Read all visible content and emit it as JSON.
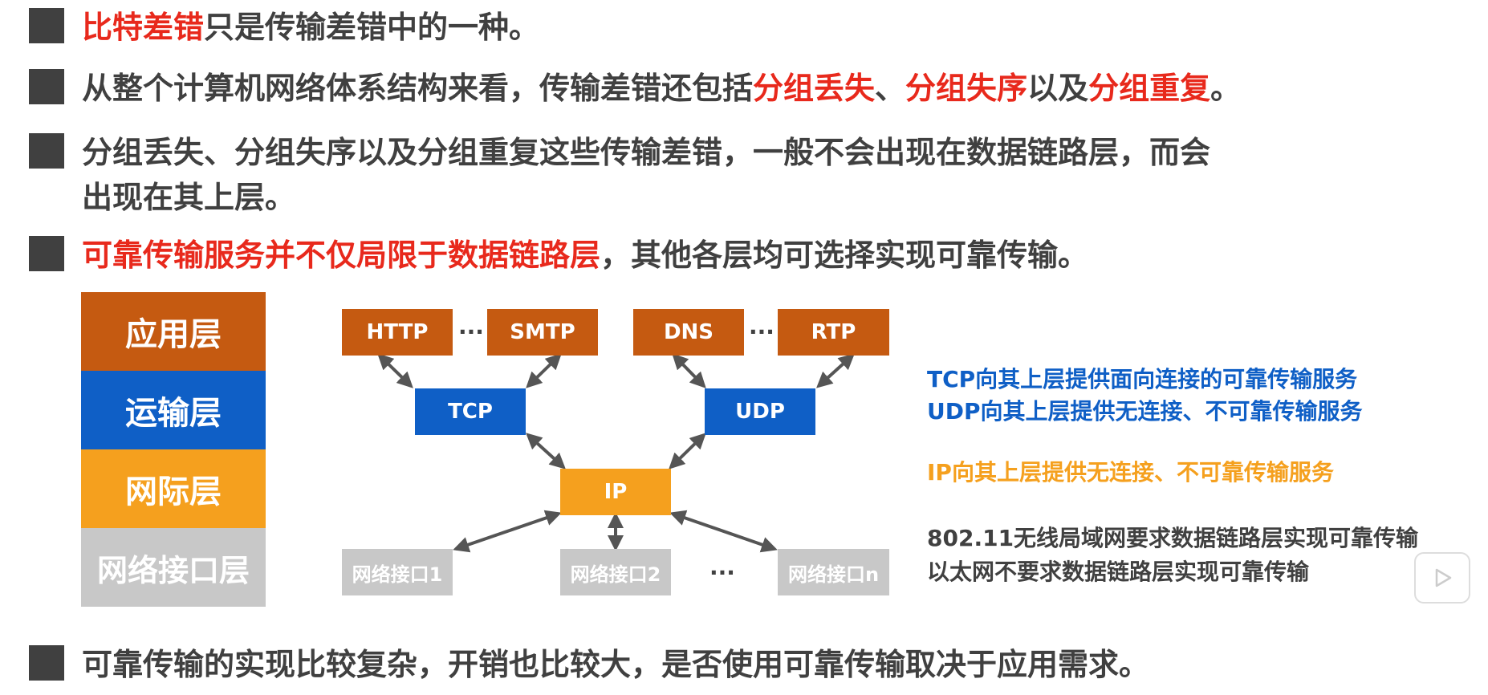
{
  "bullets": [
    {
      "parts": [
        {
          "text": "比特差错",
          "red": true
        },
        {
          "text": "只是传输差错中的一种。",
          "red": false
        }
      ]
    },
    {
      "parts": [
        {
          "text": "从整个计算机网络体系结构来看，传输差错还包括",
          "red": false
        },
        {
          "text": "分组丢失",
          "red": true
        },
        {
          "text": "、",
          "red": false
        },
        {
          "text": "分组失序",
          "red": true
        },
        {
          "text": "以及",
          "red": false
        },
        {
          "text": "分组重复",
          "red": true
        },
        {
          "text": "。",
          "red": false
        }
      ]
    },
    {
      "line1": "分组丢失、分组失序以及分组重复这些传输差错，一般不会出现在数据链路层，而会",
      "line2": "出现在其上层。"
    },
    {
      "parts": [
        {
          "text": "可靠传输服务并不仅局限于数据链路层",
          "red": true
        },
        {
          "text": "，其他各层均可选择实现可靠传输。",
          "red": false
        }
      ]
    },
    {
      "text": "可靠传输的实现比较复杂，开销也比较大，是否使用可靠传输取决于应用需求。"
    }
  ],
  "layers": [
    {
      "label": "应用层",
      "color": "#c55a11"
    },
    {
      "label": "运输层",
      "color": "#0f5fc6"
    },
    {
      "label": "网际层",
      "color": "#f5a01e"
    },
    {
      "label": "网络接口层",
      "color": "#c8c8c8"
    }
  ],
  "nodes": {
    "http": "HTTP",
    "smtp": "SMTP",
    "dns": "DNS",
    "rtp": "RTP",
    "tcp": "TCP",
    "udp": "UDP",
    "ip": "IP",
    "if1": "网络接口1",
    "if2": "网络接口2",
    "ifn": "网络接口n"
  },
  "ellipsis": "···",
  "notes": {
    "tcp": "TCP向其上层提供面向连接的可靠传输服务",
    "udp": "UDP向其上层提供无连接、不可靠传输服务",
    "ip": "IP向其上层提供无连接、不可靠传输服务",
    "wlan": "802.11无线局域网要求数据链路层实现可靠传输",
    "eth": "以太网不要求数据链路层实现可靠传输"
  },
  "colors": {
    "app": "#c55a11",
    "transport": "#0f5fc6",
    "internet": "#f5a01e",
    "interface": "#c8c8c8",
    "red": "#e8291c",
    "text": "#404040"
  }
}
